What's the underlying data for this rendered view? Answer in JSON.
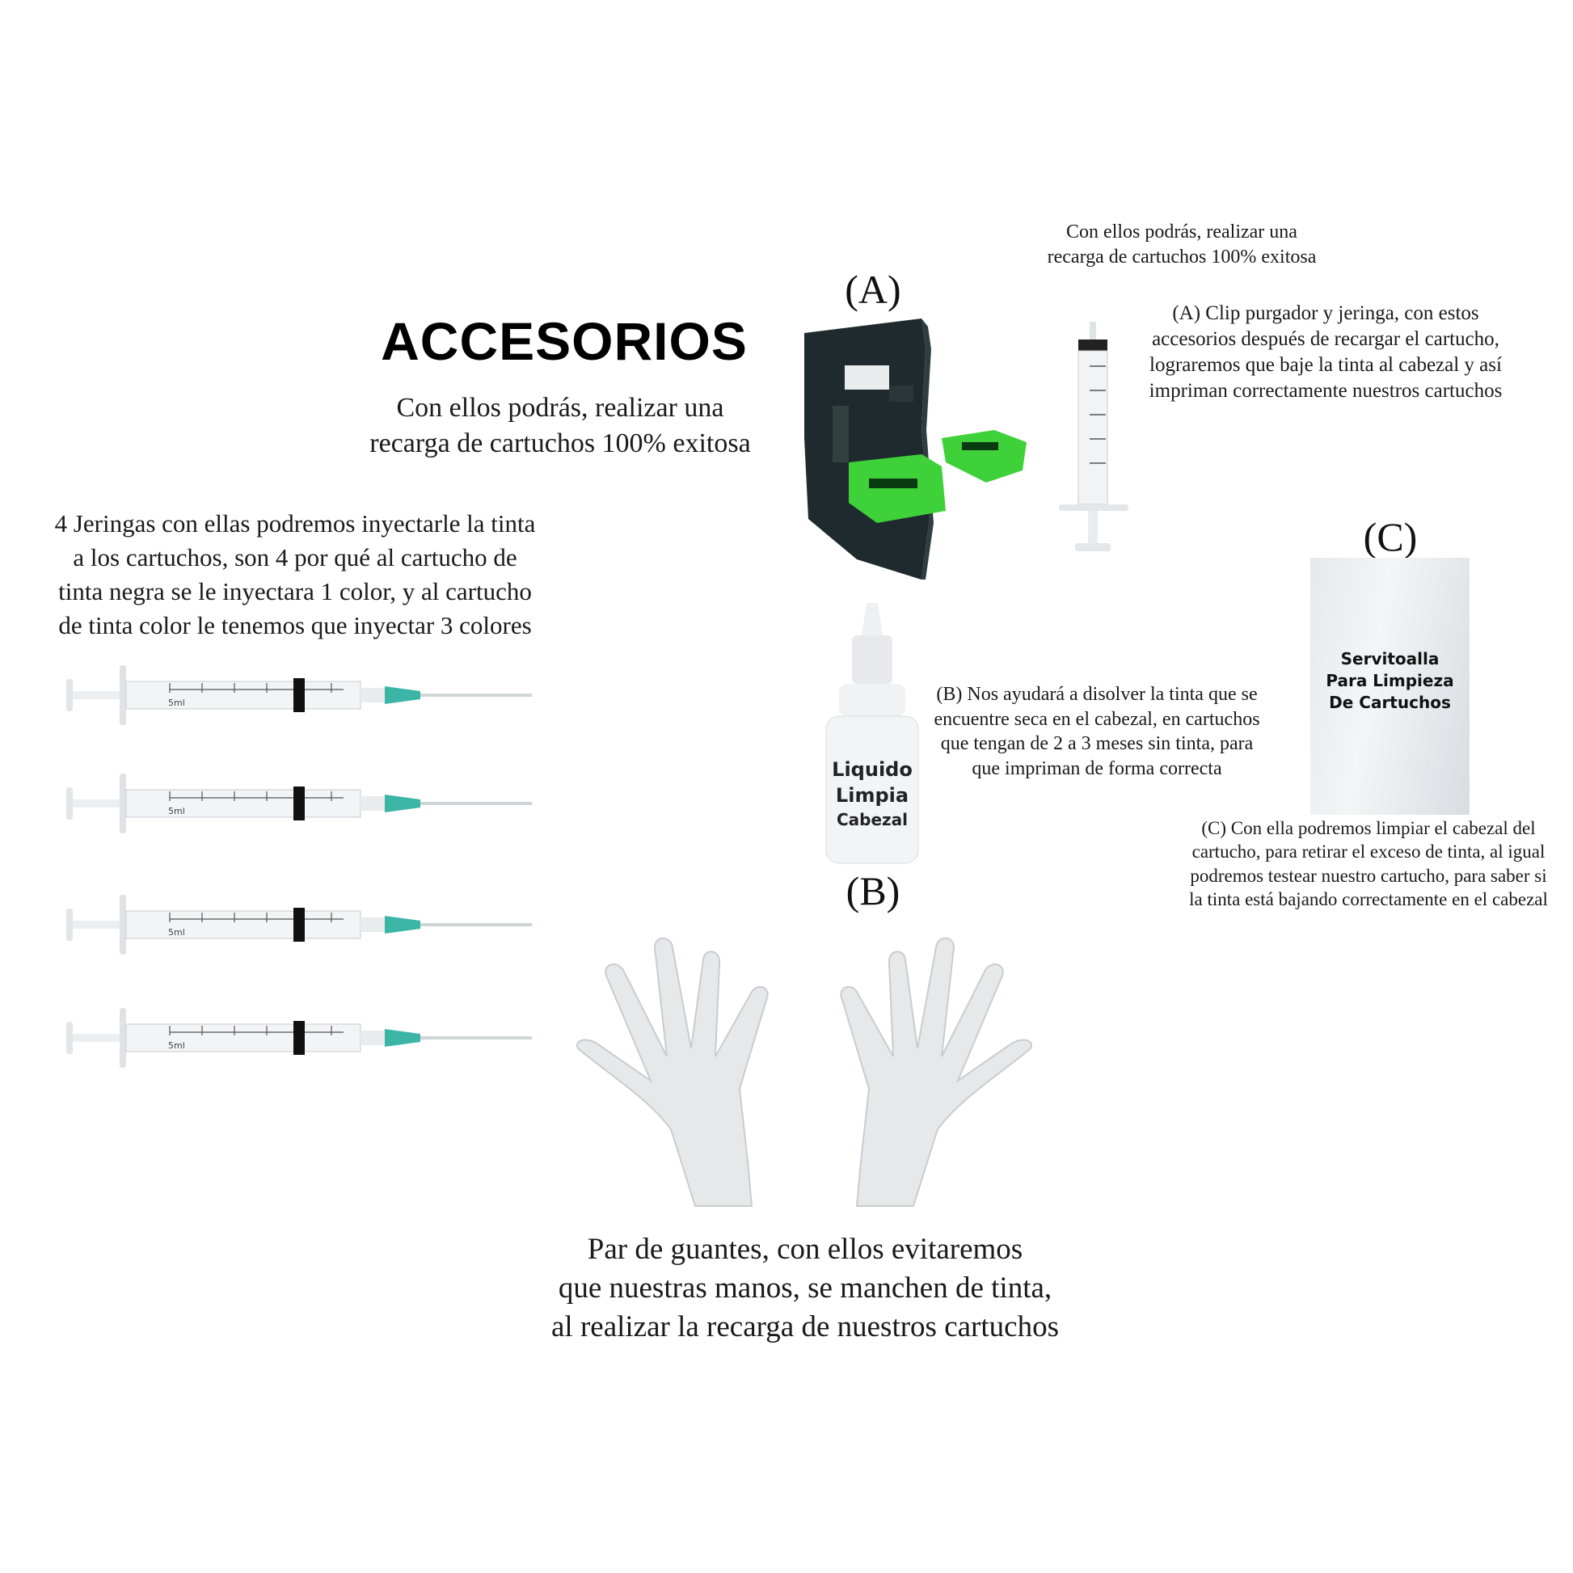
{
  "header": {
    "title": "ACCESORIOS",
    "subtitle_lines": [
      "Con ellos podrás, realizar una",
      "recarga de cartuchos 100% exitosa"
    ]
  },
  "top_caption": {
    "lines": [
      "Con ellos podrás, realizar una",
      "recarga de cartuchos 100% exitosa"
    ]
  },
  "item_a": {
    "label": "(A)",
    "description_lines": [
      "(A) Clip purgador y jeringa, con estos",
      "accesorios después de recargar el cartucho,",
      "lograremos que baje la tinta al cabezal y así",
      "impriman correctamente nuestros cartuchos"
    ]
  },
  "item_b": {
    "label": "(B)",
    "bottle_text": [
      "Liquido",
      "Limpia",
      "Cabezal"
    ],
    "description_lines": [
      "(B) Nos ayudará a disolver la tinta que se",
      "encuentre seca en el cabezal, en cartuchos",
      "que tengan de 2 a 3 meses sin tinta, para",
      "que impriman de forma correcta"
    ]
  },
  "item_c": {
    "label": "(C)",
    "towel_text": [
      "Servitoalla",
      "Para Limpieza",
      "De Cartuchos"
    ],
    "description_lines": [
      "(C) Con ella podremos limpiar el cabezal del",
      "cartucho, para retirar el exceso de tinta, al igual",
      "podremos testear nuestro cartucho, para saber si",
      "la tinta está bajando correctamente en el cabezal"
    ]
  },
  "syringes": {
    "description_lines": [
      "4 Jeringas con ellas podremos inyectarle la tinta",
      "a los cartuchos, son 4 por qué al cartucho de",
      "tinta negra se le inyectara 1 color, y al cartucho",
      "de tinta color le tenemos que inyectar 3 colores"
    ],
    "count": 4,
    "barrel_label": "5ml"
  },
  "gloves": {
    "description_lines": [
      "Par de guantes, con ellos evitaremos",
      "que nuestras manos, se manchen de tinta,",
      "al realizar la recarga de nuestros cartuchos"
    ]
  },
  "colors": {
    "clip_body": "#1f2a2e",
    "clip_green": "#3fd13a",
    "needle_hub": "#3bb5a6"
  }
}
